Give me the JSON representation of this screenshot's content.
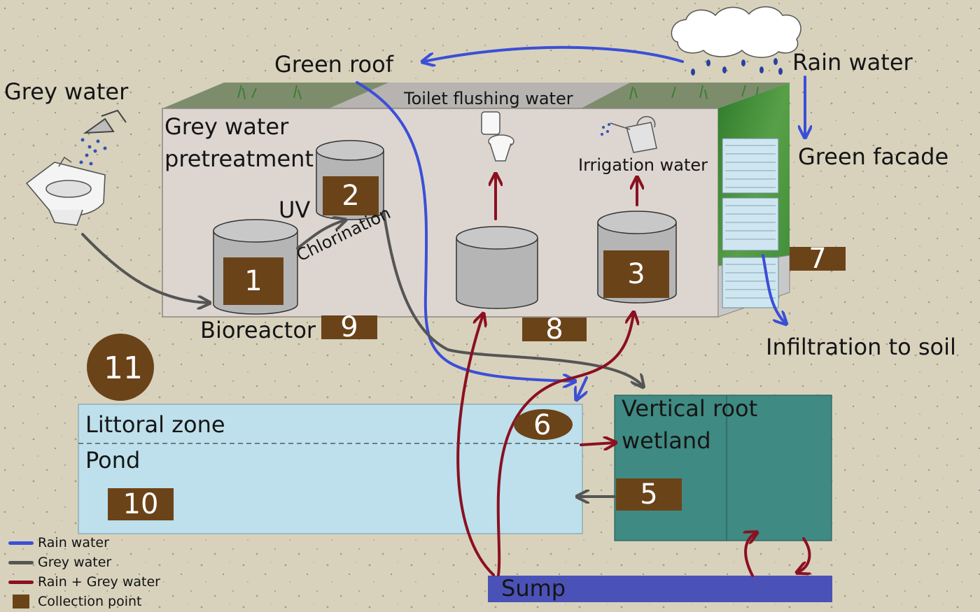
{
  "labels": {
    "grey_water": "Grey water",
    "green_roof": "Green roof",
    "rain_water": "Rain water",
    "green_facade": "Green facade",
    "toilet_flushing_water": "Toilet flushing water",
    "grey_water_pretreatment_line1": "Grey water",
    "grey_water_pretreatment_line2": "pretreatment",
    "irrigation_water": "Irrigation water",
    "uv": "UV",
    "chlorination": "Chlorination",
    "bioreactor": "Bioreactor",
    "infiltration_to_soil": "Infiltration to soil",
    "littoral_zone": "Littoral zone",
    "pond": "Pond",
    "vertical_root_wetland_line1": "Vertical root",
    "vertical_root_wetland_line2": "wetland",
    "sump": "Sump"
  },
  "collection_points": [
    "1",
    "2",
    "3",
    "5",
    "6",
    "7",
    "8",
    "9",
    "10",
    "11"
  ],
  "legend": [
    {
      "label": "Rain water",
      "color": "#3b4fd6"
    },
    {
      "label": "Grey water",
      "color": "#555555"
    },
    {
      "label": "Rain + Grey water",
      "color": "#8b1020"
    },
    {
      "label": "Collection point",
      "color": "#6b4319"
    }
  ],
  "colors": {
    "rain": "#3b4fd6",
    "grey": "#555555",
    "mixed": "#8b1020",
    "collection": "#6b4319",
    "pond": "#bde0ec",
    "wetland": "#3f8a82",
    "sump": "#4a52b8",
    "building": "#ddd6d0",
    "green": "#4e9a3e"
  },
  "icons": [
    "shower-icon",
    "sink-icon",
    "toilet-icon",
    "watering-can-icon",
    "cloud-icon"
  ]
}
